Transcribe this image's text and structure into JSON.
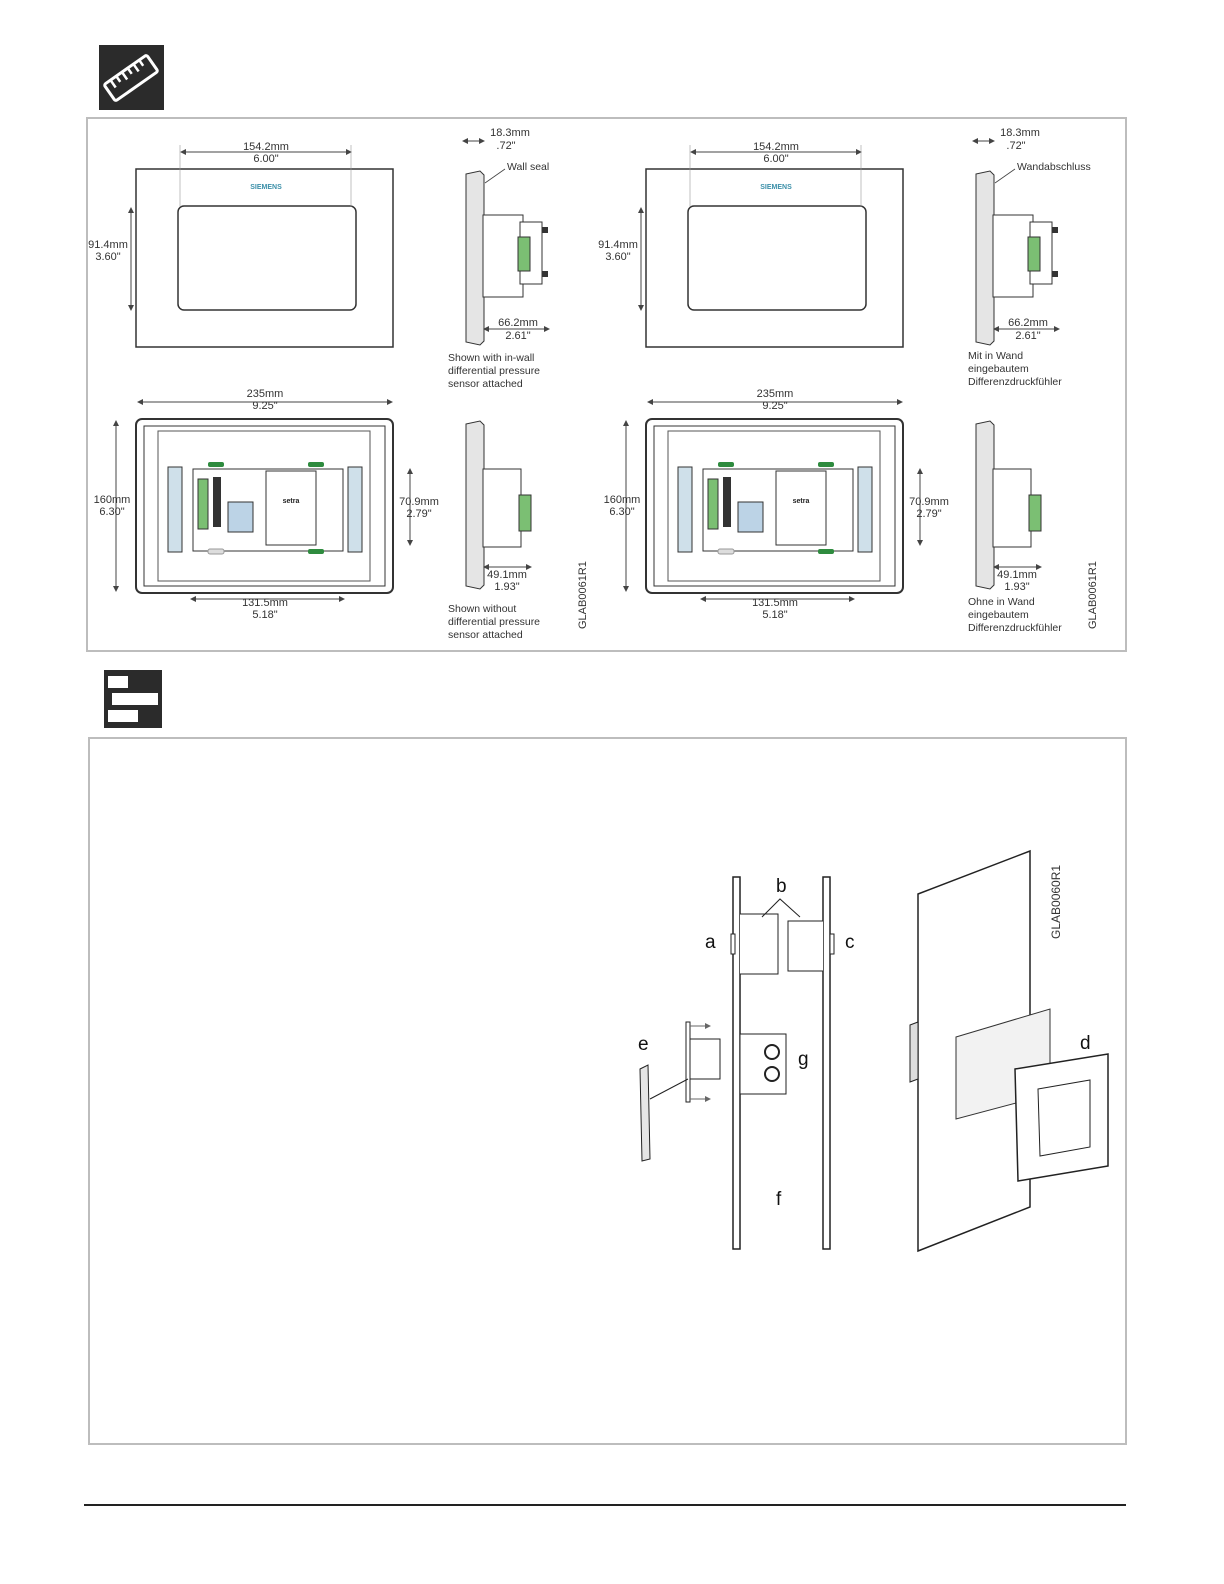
{
  "dimensions": {
    "top_width_mm": "154.2mm",
    "top_width_in": "6.00\"",
    "height_mm": "91.4mm",
    "height_in": "3.60\"",
    "depth_mm": "18.3mm",
    "depth_in": ".72\"",
    "sensor_depth_mm": "66.2mm",
    "sensor_depth_in": "2.61\"",
    "overall_width_mm": "235mm",
    "overall_width_in": "9.25\"",
    "overall_height_mm": "160mm",
    "overall_height_in": "6.30\"",
    "mount_height_mm": "70.9mm",
    "mount_height_in": "2.79\"",
    "mount_width_mm": "131.5mm",
    "mount_width_in": "5.18\"",
    "back_depth_mm": "49.1mm",
    "back_depth_in": "1.93\""
  },
  "brand": "SIEMENS",
  "sensor_brand": "setra",
  "english": {
    "seal_label": "Wall seal",
    "with_sensor": [
      "Shown with in-wall",
      "differential pressure",
      "sensor attached"
    ],
    "without_sensor": [
      "Shown without",
      "differential pressure",
      "sensor attached"
    ]
  },
  "german": {
    "seal_label": "Wandabschluss",
    "with_sensor": [
      "Mit in Wand",
      "eingebautem",
      "Differenzdruckfühler"
    ],
    "without_sensor": [
      "Ohne in Wand",
      "eingebautem",
      "Differenzdruckfühler"
    ]
  },
  "drawing_code_dimensions": "GLAB0061R1",
  "drawing_code_mounting": "GLAB0060R1",
  "mount_labels": {
    "a": "a",
    "b": "b",
    "c": "c",
    "d": "d",
    "e": "e",
    "f": "f",
    "g": "g"
  },
  "icons": {
    "dimensions": "ruler-icon",
    "mounting": "brick-wall-icon"
  }
}
